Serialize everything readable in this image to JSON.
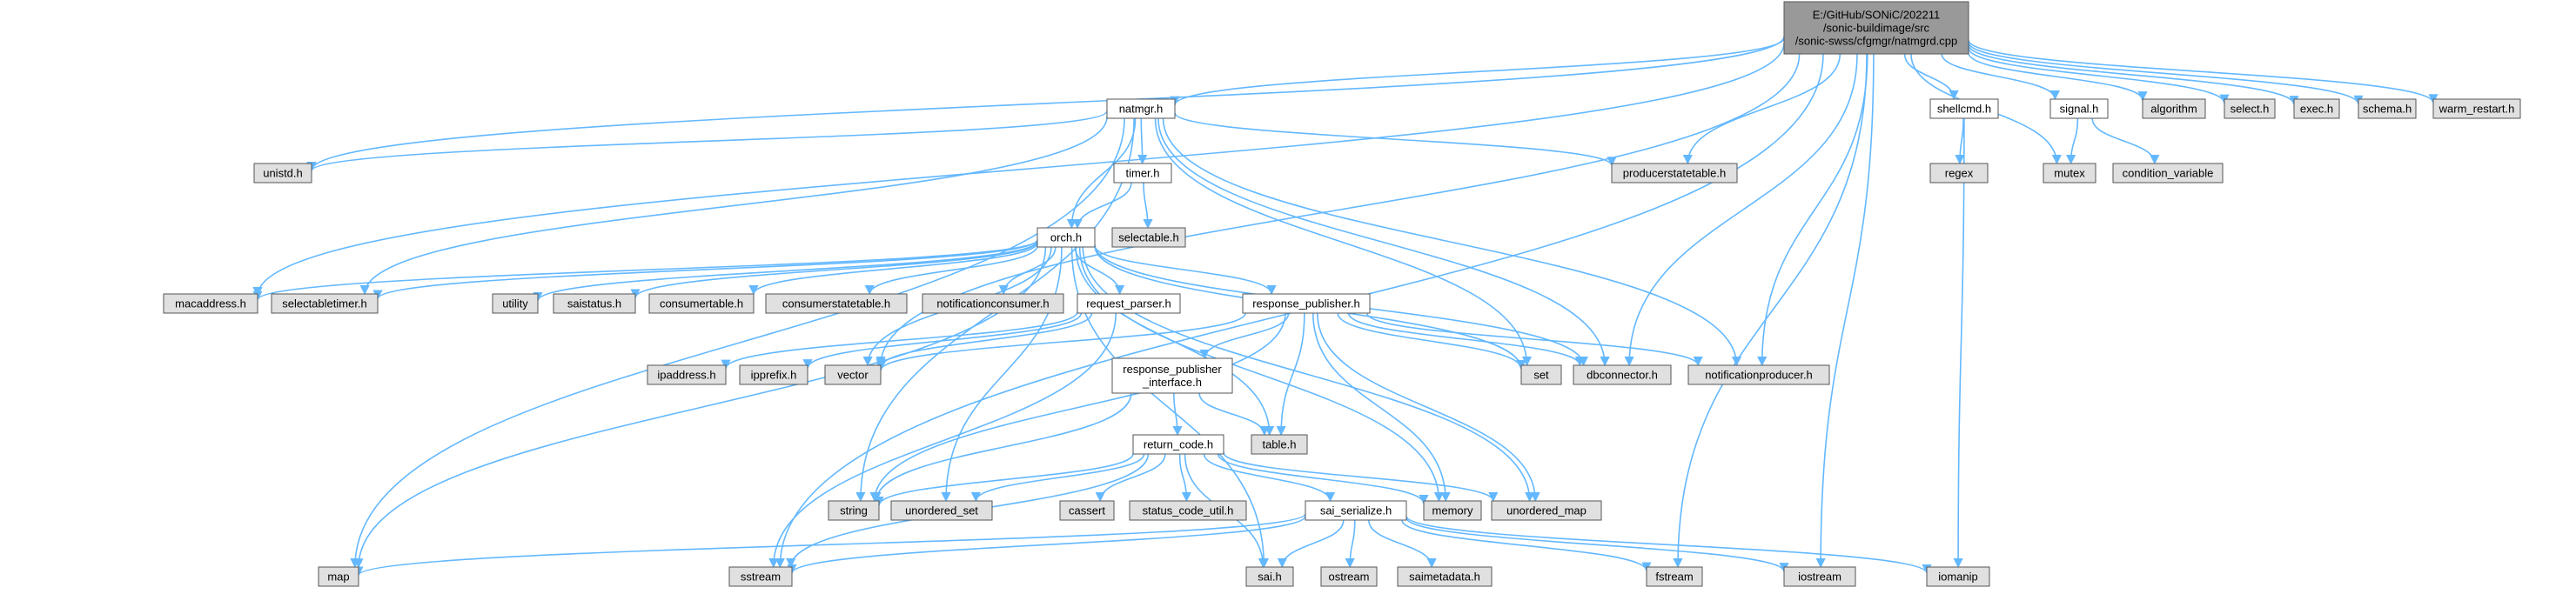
{
  "graph": {
    "colors": {
      "root": "#999999",
      "header": "#ffffff",
      "external": "#e0e0e0",
      "edge": "#63b8ff",
      "highlight": "#ff0000"
    },
    "nodes": [
      {
        "id": "root",
        "lines": [
          "E:/GitHub/SONiC/202211",
          "/sonic-buildimage/src",
          "/sonic-swss/cfgmgr/natmgrd.cpp"
        ],
        "kind": "root"
      },
      {
        "id": "natmgr",
        "lines": [
          "natmgr.h"
        ],
        "kind": "header"
      },
      {
        "id": "shellcmd",
        "lines": [
          "shellcmd.h"
        ],
        "kind": "header"
      },
      {
        "id": "signal",
        "lines": [
          "signal.h"
        ],
        "kind": "header"
      },
      {
        "id": "algorithm",
        "lines": [
          "algorithm"
        ],
        "kind": "external"
      },
      {
        "id": "select",
        "lines": [
          "select.h"
        ],
        "kind": "external"
      },
      {
        "id": "exec",
        "lines": [
          "exec.h"
        ],
        "kind": "external"
      },
      {
        "id": "schema",
        "lines": [
          "schema.h"
        ],
        "kind": "external"
      },
      {
        "id": "warm",
        "lines": [
          "warm_restart.h"
        ],
        "kind": "external"
      },
      {
        "id": "unistd",
        "lines": [
          "unistd.h"
        ],
        "kind": "external"
      },
      {
        "id": "timer",
        "lines": [
          "timer.h"
        ],
        "kind": "header"
      },
      {
        "id": "producer",
        "lines": [
          "producerstatetable.h"
        ],
        "kind": "external"
      },
      {
        "id": "regex",
        "lines": [
          "regex"
        ],
        "kind": "external"
      },
      {
        "id": "mutex",
        "lines": [
          "mutex"
        ],
        "kind": "external"
      },
      {
        "id": "condvar",
        "lines": [
          "condition_variable"
        ],
        "kind": "external"
      },
      {
        "id": "selectable",
        "lines": [
          "selectable.h"
        ],
        "kind": "external"
      },
      {
        "id": "orch",
        "lines": [
          "orch.h"
        ],
        "kind": "header"
      },
      {
        "id": "macaddress",
        "lines": [
          "macaddress.h"
        ],
        "kind": "external"
      },
      {
        "id": "selectabletimer",
        "lines": [
          "selectabletimer.h"
        ],
        "kind": "external"
      },
      {
        "id": "utility",
        "lines": [
          "utility"
        ],
        "kind": "external"
      },
      {
        "id": "saistatus",
        "lines": [
          "saistatus.h"
        ],
        "kind": "external"
      },
      {
        "id": "consumertable",
        "lines": [
          "consumertable.h"
        ],
        "kind": "external"
      },
      {
        "id": "consumerstate",
        "lines": [
          "consumerstatetable.h"
        ],
        "kind": "external"
      },
      {
        "id": "notifconsumer",
        "lines": [
          "notificationconsumer.h"
        ],
        "kind": "external"
      },
      {
        "id": "reqparser",
        "lines": [
          "request_parser.h"
        ],
        "kind": "header"
      },
      {
        "id": "resppub",
        "lines": [
          "response_publisher.h"
        ],
        "kind": "header"
      },
      {
        "id": "ipaddress",
        "lines": [
          "ipaddress.h"
        ],
        "kind": "external"
      },
      {
        "id": "ipprefix",
        "lines": [
          "ipprefix.h"
        ],
        "kind": "external"
      },
      {
        "id": "vector",
        "lines": [
          "vector"
        ],
        "kind": "external"
      },
      {
        "id": "set",
        "lines": [
          "set"
        ],
        "kind": "external"
      },
      {
        "id": "dbconnector",
        "lines": [
          "dbconnector.h"
        ],
        "kind": "external"
      },
      {
        "id": "notifproducer",
        "lines": [
          "notificationproducer.h"
        ],
        "kind": "external"
      },
      {
        "id": "rpi",
        "lines": [
          "response_publisher",
          "_interface.h"
        ],
        "kind": "header"
      },
      {
        "id": "table",
        "lines": [
          "table.h"
        ],
        "kind": "external"
      },
      {
        "id": "retcode",
        "lines": [
          "return_code.h"
        ],
        "kind": "header"
      },
      {
        "id": "string",
        "lines": [
          "string"
        ],
        "kind": "external"
      },
      {
        "id": "unordset",
        "lines": [
          "unordered_set"
        ],
        "kind": "external"
      },
      {
        "id": "cassert",
        "lines": [
          "cassert"
        ],
        "kind": "external"
      },
      {
        "id": "statuscode",
        "lines": [
          "status_code_util.h"
        ],
        "kind": "external"
      },
      {
        "id": "saiser",
        "lines": [
          "sai_serialize.h"
        ],
        "kind": "highlight"
      },
      {
        "id": "memory",
        "lines": [
          "memory"
        ],
        "kind": "external"
      },
      {
        "id": "unordmap",
        "lines": [
          "unordered_map"
        ],
        "kind": "external"
      },
      {
        "id": "map",
        "lines": [
          "map"
        ],
        "kind": "external"
      },
      {
        "id": "sstream",
        "lines": [
          "sstream"
        ],
        "kind": "external"
      },
      {
        "id": "sai",
        "lines": [
          "sai.h"
        ],
        "kind": "external"
      },
      {
        "id": "ostream",
        "lines": [
          "ostream"
        ],
        "kind": "external"
      },
      {
        "id": "saimetadata",
        "lines": [
          "saimetadata.h"
        ],
        "kind": "external"
      },
      {
        "id": "fstream",
        "lines": [
          "fstream"
        ],
        "kind": "external"
      },
      {
        "id": "iostream",
        "lines": [
          "iostream"
        ],
        "kind": "external"
      },
      {
        "id": "iomanip",
        "lines": [
          "iomanip"
        ],
        "kind": "external"
      }
    ],
    "edges": [
      [
        "root",
        "natmgr"
      ],
      [
        "root",
        "shellcmd"
      ],
      [
        "root",
        "signal"
      ],
      [
        "root",
        "algorithm"
      ],
      [
        "root",
        "select"
      ],
      [
        "root",
        "exec"
      ],
      [
        "root",
        "schema"
      ],
      [
        "root",
        "warm"
      ],
      [
        "root",
        "unistd"
      ],
      [
        "root",
        "macaddress"
      ],
      [
        "root",
        "producer"
      ],
      [
        "root",
        "dbconnector"
      ],
      [
        "root",
        "notifproducer"
      ],
      [
        "root",
        "mutex"
      ],
      [
        "root",
        "fstream"
      ],
      [
        "root",
        "iostream"
      ],
      [
        "root",
        "sstream"
      ],
      [
        "root",
        "vector"
      ],
      [
        "natmgr",
        "unistd"
      ],
      [
        "natmgr",
        "timer"
      ],
      [
        "natmgr",
        "orch"
      ],
      [
        "natmgr",
        "producer"
      ],
      [
        "natmgr",
        "map"
      ],
      [
        "natmgr",
        "string"
      ],
      [
        "natmgr",
        "selectabletimer"
      ],
      [
        "natmgr",
        "set"
      ],
      [
        "natmgr",
        "dbconnector"
      ],
      [
        "natmgr",
        "notifproducer"
      ],
      [
        "shellcmd",
        "regex"
      ],
      [
        "shellcmd",
        "iomanip"
      ],
      [
        "signal",
        "mutex"
      ],
      [
        "signal",
        "condvar"
      ],
      [
        "timer",
        "selectable"
      ],
      [
        "timer",
        "orch"
      ],
      [
        "orch",
        "macaddress"
      ],
      [
        "orch",
        "selectabletimer"
      ],
      [
        "orch",
        "utility"
      ],
      [
        "orch",
        "saistatus"
      ],
      [
        "orch",
        "consumertable"
      ],
      [
        "orch",
        "consumerstate"
      ],
      [
        "orch",
        "notifconsumer"
      ],
      [
        "orch",
        "reqparser"
      ],
      [
        "orch",
        "resppub"
      ],
      [
        "orch",
        "map"
      ],
      [
        "orch",
        "unordset"
      ],
      [
        "orch",
        "set"
      ],
      [
        "orch",
        "dbconnector"
      ],
      [
        "orch",
        "table"
      ],
      [
        "orch",
        "memory"
      ],
      [
        "orch",
        "unordmap"
      ],
      [
        "orch",
        "sai"
      ],
      [
        "orch",
        "vector"
      ],
      [
        "reqparser",
        "ipaddress"
      ],
      [
        "reqparser",
        "ipprefix"
      ],
      [
        "reqparser",
        "vector"
      ],
      [
        "reqparser",
        "sstream"
      ],
      [
        "resppub",
        "rpi"
      ],
      [
        "resppub",
        "table"
      ],
      [
        "resppub",
        "string"
      ],
      [
        "resppub",
        "unordmap"
      ],
      [
        "resppub",
        "memory"
      ],
      [
        "resppub",
        "dbconnector"
      ],
      [
        "resppub",
        "notifproducer"
      ],
      [
        "resppub",
        "set"
      ],
      [
        "resppub",
        "vector"
      ],
      [
        "rpi",
        "retcode"
      ],
      [
        "rpi",
        "table"
      ],
      [
        "rpi",
        "string"
      ],
      [
        "retcode",
        "string"
      ],
      [
        "retcode",
        "unordset"
      ],
      [
        "retcode",
        "cassert"
      ],
      [
        "retcode",
        "statuscode"
      ],
      [
        "retcode",
        "saiser"
      ],
      [
        "retcode",
        "memory"
      ],
      [
        "retcode",
        "unordmap"
      ],
      [
        "retcode",
        "sai"
      ],
      [
        "retcode",
        "sstream"
      ],
      [
        "saiser",
        "map"
      ],
      [
        "saiser",
        "sstream"
      ],
      [
        "saiser",
        "sai"
      ],
      [
        "saiser",
        "ostream"
      ],
      [
        "saiser",
        "saimetadata"
      ],
      [
        "saiser",
        "fstream"
      ],
      [
        "saiser",
        "iostream"
      ],
      [
        "saiser",
        "iomanip"
      ]
    ]
  }
}
